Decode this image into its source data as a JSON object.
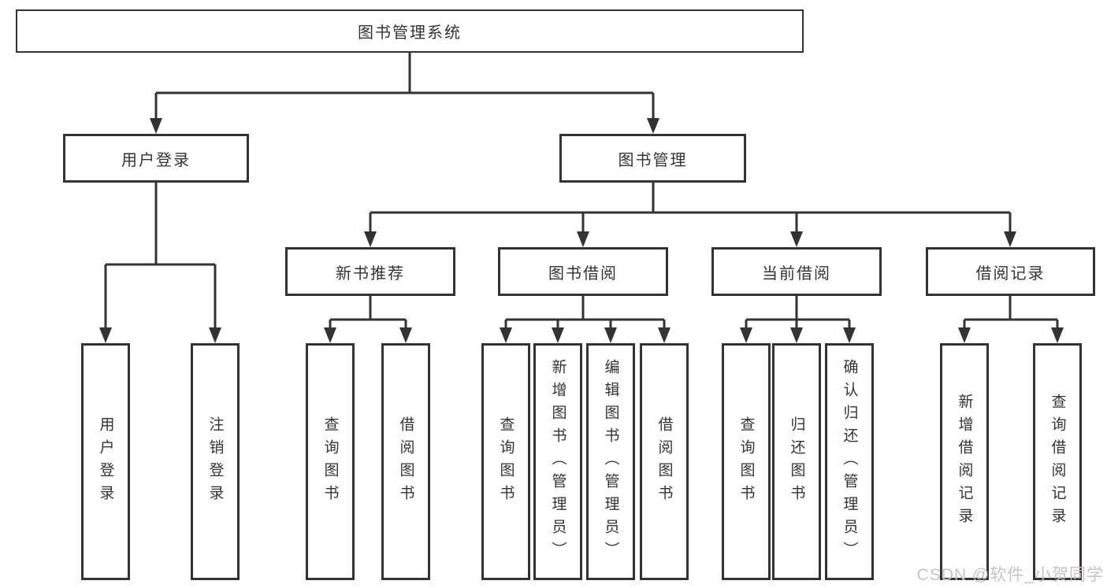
{
  "tree": {
    "root": "图书管理系统",
    "branches": [
      {
        "label": "用户登录",
        "leaves": [
          "用户登录",
          "注销登录"
        ]
      },
      {
        "label": "图书管理",
        "branches": [
          {
            "label": "新书推荐",
            "leaves": [
              "查询图书",
              "借阅图书"
            ]
          },
          {
            "label": "图书借阅",
            "leaves": [
              "查询图书",
              "新增图书（管理员）",
              "编辑图书（管理员）",
              "借阅图书"
            ]
          },
          {
            "label": "当前借阅",
            "leaves": [
              "查询图书",
              "归还图书",
              "确认归还（管理员）"
            ]
          },
          {
            "label": "借阅记录",
            "leaves": [
              "新增借阅记录",
              "查询借阅记录"
            ]
          }
        ]
      }
    ]
  },
  "watermark": "CSDN @软件_小贺同学",
  "colors": {
    "line": "#333333",
    "box_border": "#333333",
    "text": "#333333",
    "background": "#ffffff",
    "watermark": "#c7c3c2"
  }
}
